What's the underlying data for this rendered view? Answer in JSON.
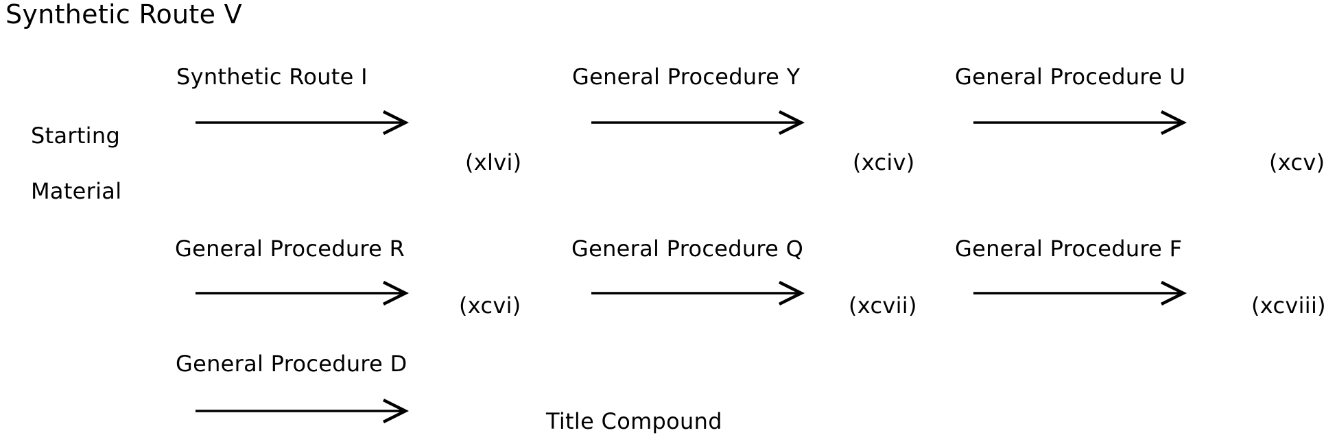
{
  "diagram": {
    "title": "Synthetic Route V",
    "start_material": {
      "line1": "Starting",
      "line2": "Material"
    },
    "rows": [
      {
        "steps": [
          {
            "label": "Synthetic Route I",
            "product": "(xlvi)"
          },
          {
            "label": "General Procedure Y",
            "product": "(xciv)"
          },
          {
            "label": "General Procedure U",
            "product": "(xcv)"
          }
        ]
      },
      {
        "steps": [
          {
            "label": "General Procedure R",
            "product": "(xcvi)"
          },
          {
            "label": "General Procedure Q",
            "product": "(xcvii)"
          },
          {
            "label": "General Procedure F",
            "product": "(xcviii)"
          }
        ]
      },
      {
        "steps": [
          {
            "label": "General Procedure D",
            "product": "Title Compound"
          }
        ]
      }
    ]
  },
  "icons": {
    "arrow": "right-arrow"
  },
  "colors": {
    "background": "#ffffff",
    "text": "#000000",
    "arrow": "#000000"
  }
}
